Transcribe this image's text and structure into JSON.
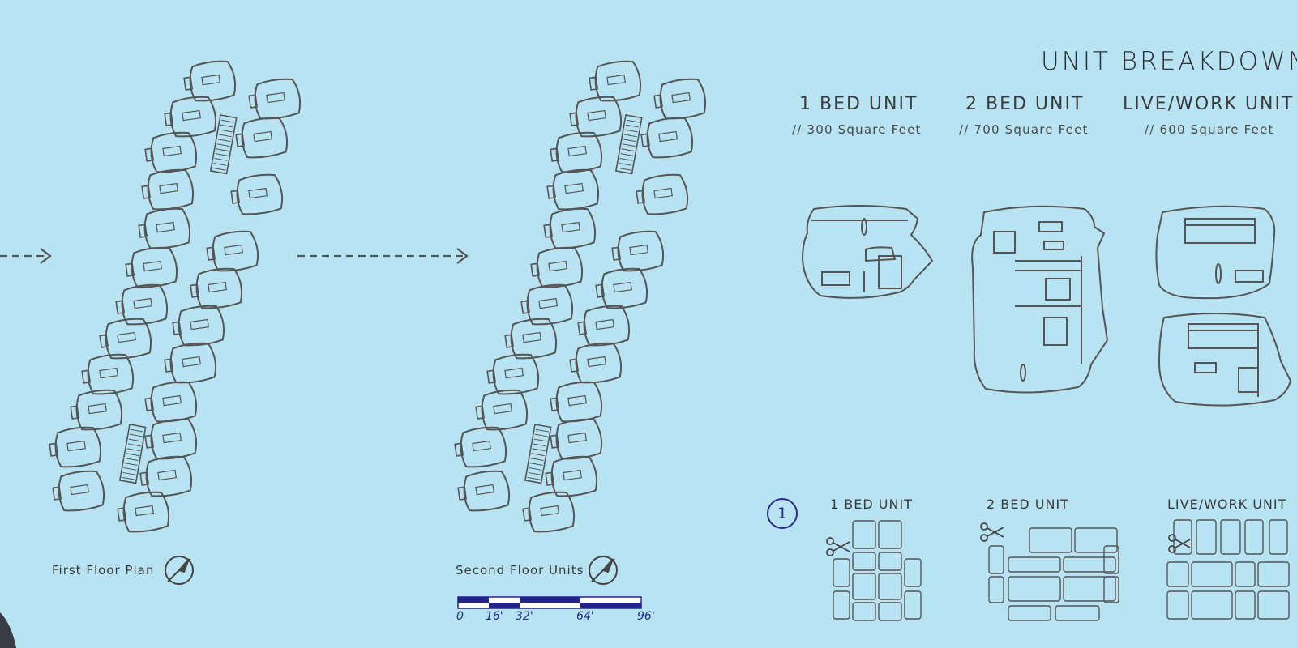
{
  "header": {
    "title": "UNIT BREAKDOWN"
  },
  "units": [
    {
      "name": "1 BED UNIT",
      "area": "// 300 Square Feet"
    },
    {
      "name": "2 BED UNIT",
      "area": "// 700 Square Feet"
    },
    {
      "name": "LIVE/WORK UNIT",
      "area": "// 600 Square Feet"
    }
  ],
  "sections": {
    "badge": "1",
    "items": [
      "1 BED UNIT",
      "2 BED UNIT",
      "LIVE/WORK UNIT"
    ]
  },
  "plans": {
    "first_floor": "First Floor Plan",
    "second_floor": "Second Floor Units"
  },
  "scale_bar": {
    "labels": [
      "0",
      "16'",
      "32'",
      "64'",
      "96'"
    ]
  },
  "colors": {
    "background": "#b8e3f2",
    "line": "#555555",
    "accent": "#23238c"
  }
}
